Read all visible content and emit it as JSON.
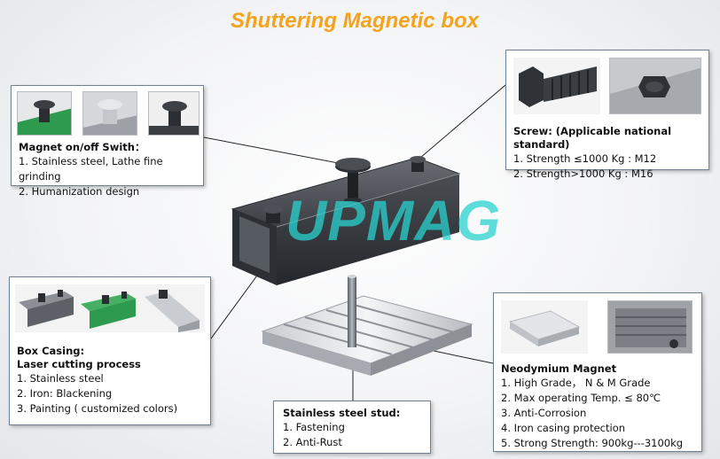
{
  "title": "Shuttering Magnetic box",
  "watermark": "UPMAG",
  "switch_box": {
    "heading": "Magnet  on/off Swith：",
    "items": [
      "1. Stainless steel, Lathe fine grinding",
      "2. Humanization design"
    ]
  },
  "screw_box": {
    "heading": "Screw: (Applicable national standard)",
    "items": [
      "1. Strength ≤1000 Kg : M12",
      "2. Strength>1000 Kg : M16"
    ]
  },
  "casing_box": {
    "heading_line1": "Box Casing:",
    "heading_line2": "Laser cutting process",
    "items": [
      "1. Stainless steel",
      "2. Iron: Blackening",
      "3. Painting ( customized colors)"
    ]
  },
  "stud_box": {
    "heading": "Stainless steel stud:",
    "items": [
      "1. Fastening",
      "2. Anti-Rust"
    ]
  },
  "magnet_box": {
    "heading": "Neodymium Magnet",
    "items": [
      "1. High Grade， N & M Grade",
      "2. Max operating Temp. ≤ 80℃",
      "3. Anti-Corrosion",
      "4. Iron casing protection",
      "5. Strong Strength:  900kg---3100kg"
    ]
  },
  "colors": {
    "title": "#f5a21c",
    "watermark": "#28d2cd",
    "border": "#6f8090",
    "paint_green": "#2e9a4e"
  }
}
